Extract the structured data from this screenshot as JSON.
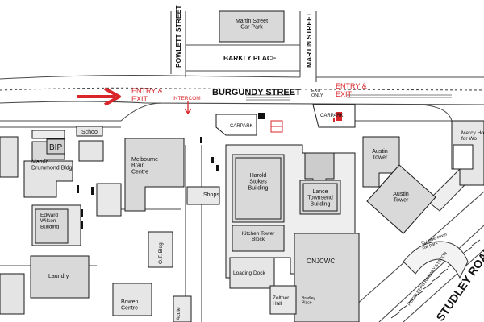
{
  "streets": {
    "pownlett": "POWLETT STREET",
    "martin": "MARTIN STREET",
    "barkly": "BARKLY PLACE",
    "burgundy": "BURGUNDY STREET",
    "studley": "STUDLEY ROAD",
    "heidelberg": "HEIDELBERG RAILWAY STATION"
  },
  "carparks": {
    "martin_street": "Martin Street\nCar Park",
    "carpark_1": "CARPARK",
    "carpark_2": "CARPARK"
  },
  "annotations": {
    "entry_exit_left": "ENTRY &\nEXIT",
    "entry_exit_right": "ENTRY &\nEXIT",
    "intercom": "INTERCOM",
    "exit_only": "EXIT\nONLY",
    "to_undercover": "To undercover\ncar park"
  },
  "buildings": {
    "school": "School",
    "bip": "BIP",
    "marion": "Marion\nDrummond Bldg",
    "melbourne_brain": "Melbourne\nBrain\nCentre",
    "shops": "Shops",
    "harold_stokes": "Harold\nStokes\nBuilding",
    "lance_townsend": "Lance\nTownsend\nBuilding",
    "kitchen_tower": "Kitchen Tower\nBlock",
    "loading_dock": "Loading Dock",
    "austin_tower_1": "Austin\nTower",
    "austin_tower_2": "Austin\nTower",
    "mercy": "Mercy Ho\nfor Wo",
    "edward_wilson": "Edward\nWilson\nBuilding",
    "laundry": "Laundry",
    "ot_bldg": "O.T. Bldg",
    "bowen": "Bowen\nCentre",
    "onjcwc": "ONJCWC",
    "zeltner": "Zeltner\nHall",
    "bradley": "Bradley\nPlace",
    "acute": "Acute"
  },
  "colors": {
    "building_fill": "#d9d9d9",
    "building_stroke": "#1a1a1a",
    "road_line": "#4a4a4a",
    "accent": "#d8262b"
  }
}
